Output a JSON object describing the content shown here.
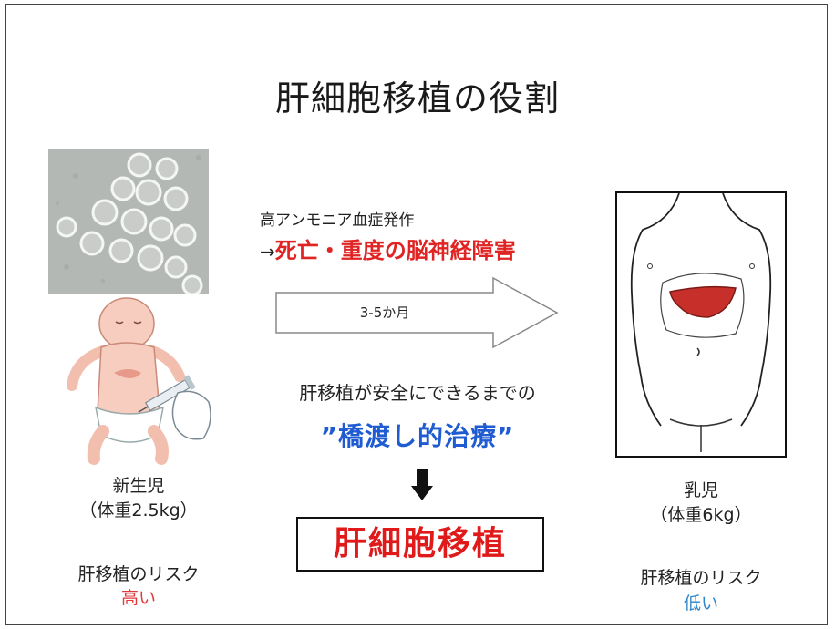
{
  "slide": {
    "title": "肝細胞移植の役割",
    "left": {
      "label": "新生児",
      "weight": "（体重2.5kg）",
      "risk_label": "肝移植のリスク",
      "risk_value": "高い"
    },
    "right": {
      "label": "乳児",
      "weight": "（体重6kg）",
      "risk_label": "肝移植のリスク",
      "risk_value": "低い"
    },
    "middle": {
      "line1": "高アンモニア血症発作",
      "arrow_prefix": "→",
      "line2": "死亡・重度の脳神経障害",
      "arrow_label": "3-5か月",
      "bridge_intro": "肝移植が安全にできるまでの",
      "bridge": "”橋渡し的治療”",
      "result": "肝細胞移植"
    },
    "icons": [
      "cell-micrograph",
      "baby-injection-illustration",
      "liver-body-outline",
      "right-arrow",
      "down-arrow"
    ],
    "colors": {
      "red": "#e02424",
      "blue": "#1f5bd1",
      "risk_low": "#2f86c8"
    }
  }
}
